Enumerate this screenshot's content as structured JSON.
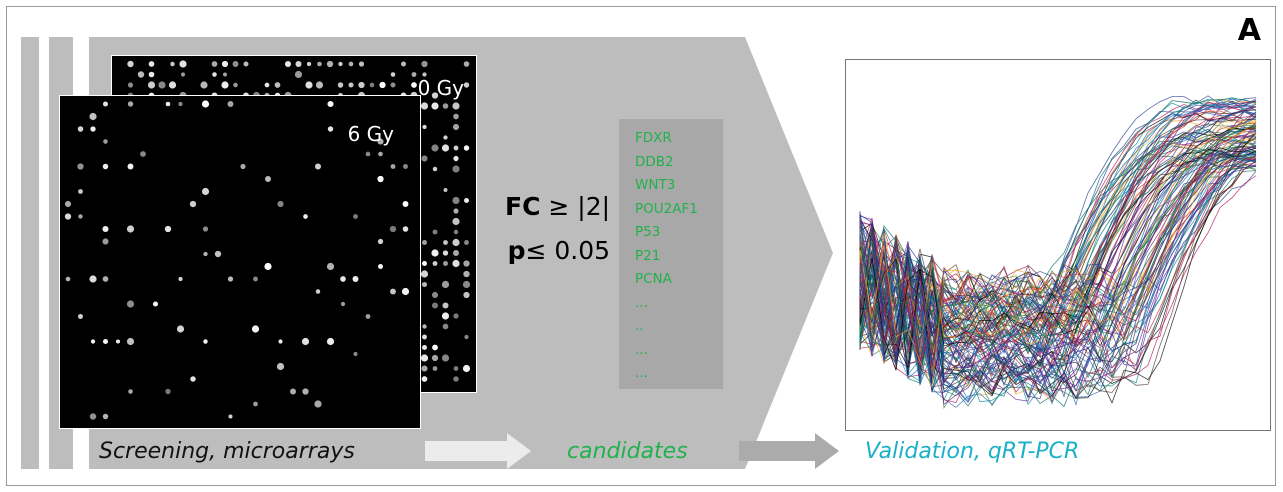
{
  "panel_letter": "A",
  "arrays": {
    "back_label": "0 Gy",
    "front_label": "6 Gy"
  },
  "criteria": {
    "fc_bold": "FC",
    "fc_rest": " ≥ |2|",
    "p_bold": "p",
    "p_rest": "≤ 0.05"
  },
  "genes": [
    "FDXR",
    "DDB2",
    "WNT3",
    "POU2AF1",
    "P53",
    "P21",
    "PCNA",
    "...",
    "..",
    "...",
    "..."
  ],
  "captions": {
    "screening": "Screening, microarrays",
    "candidates": "candidates",
    "validation": "Validation, qRT-PCR"
  },
  "colors": {
    "candidates": "#22b14c",
    "validation": "#1ab0c8",
    "panel_gray": "#bdbdbd"
  }
}
